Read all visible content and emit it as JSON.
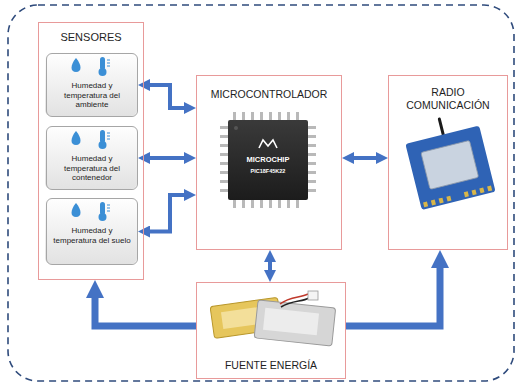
{
  "diagram": {
    "nodes": [
      {
        "text": [
          "SENSORES"
        ]
      },
      {
        "text": [
          "Humedad y temperatura del ambiente"
        ],
        "in": 0
      },
      {
        "text": [
          "Humedad y temperatura del contenedor"
        ],
        "in": 0
      },
      {
        "text": [
          "Humedad y temperatura del suelo"
        ],
        "in": 0
      },
      {
        "text": [
          "MICROCONTROLADOR"
        ]
      },
      {
        "text": [
          "RADIO COMUNICACIÓN"
        ]
      },
      {
        "text": [
          "FUENTE ENERGÍA"
        ]
      }
    ],
    "edges": [
      {
        "from": 1,
        "to": 4,
        "arrow": "both"
      },
      {
        "from": 2,
        "to": 4,
        "arrow": "both"
      },
      {
        "from": 3,
        "to": 4,
        "arrow": "both"
      },
      {
        "from": 4,
        "to": 5,
        "arrow": "both"
      },
      {
        "from": 4,
        "to": 6,
        "arrow": "both"
      },
      {
        "from": 6,
        "to": 0,
        "arrow": "to"
      },
      {
        "from": 6,
        "to": 5,
        "arrow": "to"
      }
    ],
    "labels": [
      "MICROCHIP",
      "PIC18F45K22"
    ]
  }
}
